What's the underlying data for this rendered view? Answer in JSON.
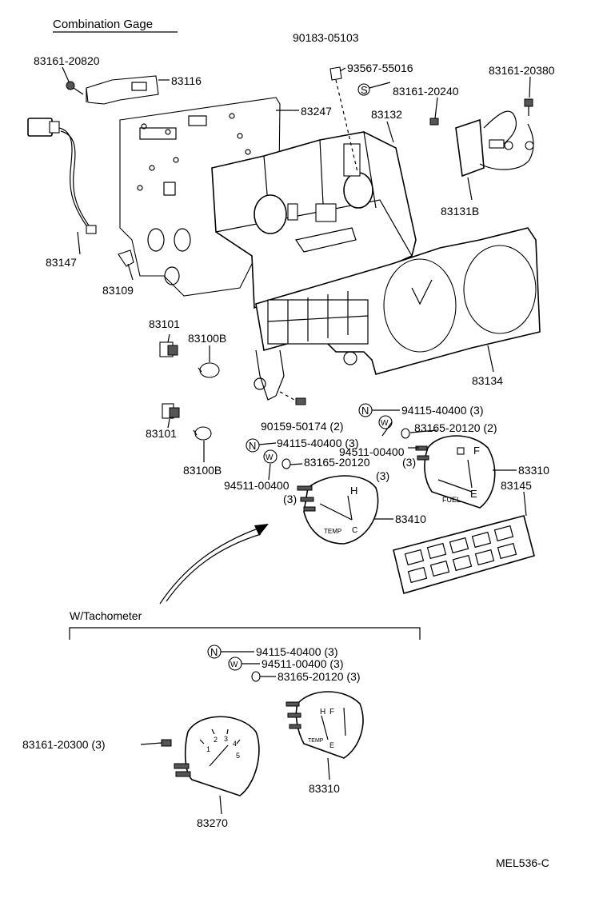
{
  "title": "Combination Gage",
  "drawing_code": "MEL536-C",
  "symbols": {
    "nut": "N",
    "washer": "W",
    "screw": "S"
  },
  "labels": {
    "p_90183_05103": "90183-05103",
    "p_83161_20820": "83161-20820",
    "p_83116": "83116",
    "p_93567_55016": "93567-55016",
    "p_83161_20380": "83161-20380",
    "p_83161_20240": "83161-20240",
    "p_83247": "83247",
    "p_83132": "83132",
    "p_83131b": "83131B",
    "p_83147": "83147",
    "p_83109": "83109",
    "p_83101_a": "83101",
    "p_83100b_a": "83100B",
    "p_83134": "83134",
    "p_94115_a": "94115-40400 (3)",
    "p_90159": "90159-50174 (2)",
    "p_83165_a": "83165-20120 (2)",
    "p_83101_b": "83101",
    "p_83100b_b": "83100B",
    "p_94115_b": "94115-40400 (3)",
    "p_94511_a": "94511-00400",
    "p_94511_a_qty": "(3)",
    "p_83165_b": "83165-20120",
    "p_83165_b_qty": "(3)",
    "p_83310_a": "83310",
    "p_83145": "83145",
    "p_94511_b": "94511-00400",
    "p_94511_b_qty": "(3)",
    "p_83410": "83410",
    "p_94115_c": "94115-40400 (3)",
    "p_94511_c": "94511-00400 (3)",
    "p_83165_c": "83165-20120 (3)",
    "p_83161_20300": "83161-20300 (3)",
    "p_83310_b": "83310",
    "p_83270": "83270"
  },
  "section_tachometer": "W/Tachometer",
  "gauge_marks": {
    "temp": "TEMP",
    "fuel": "FUEL",
    "hot": "H",
    "cold": "C",
    "full": "F",
    "empty": "E",
    "tach_ticks": [
      "1",
      "2",
      "3",
      "4",
      "5"
    ]
  }
}
